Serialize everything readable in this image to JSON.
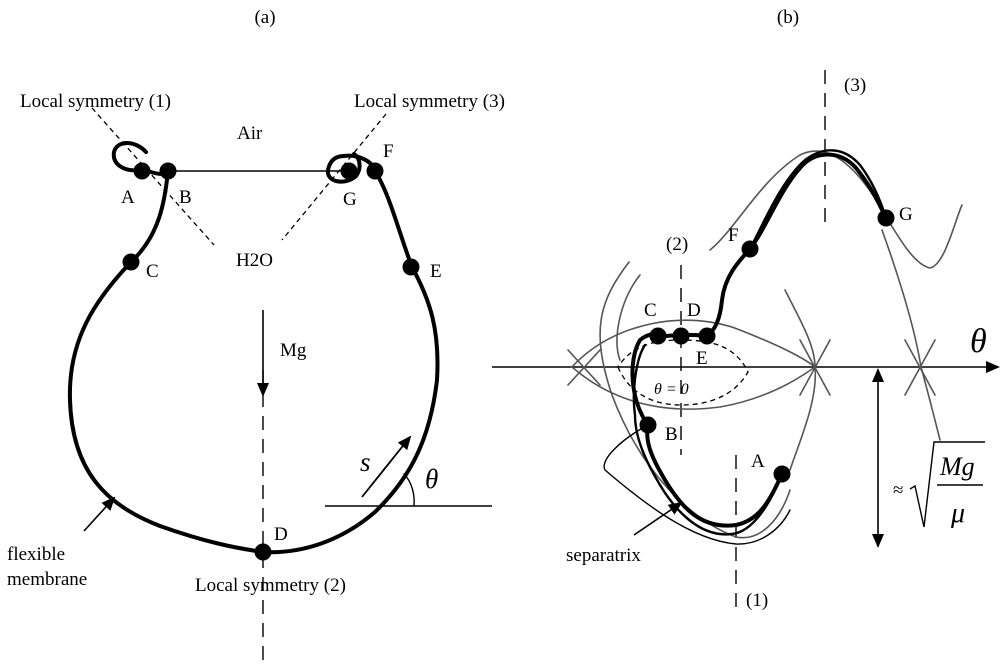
{
  "panel_a": {
    "title": "(a)",
    "label_sym1": "Local symmetry (1)",
    "label_sym3": "Local symmetry (3)",
    "label_sym2": "Local symmetry (2)",
    "label_air": "Air",
    "label_water": "H2O",
    "label_weight": "Mg",
    "label_s": "s",
    "label_theta": "θ",
    "label_membrane_line1": "flexible",
    "label_membrane_line2": "membrane",
    "points": {
      "A": "A",
      "B": "B",
      "C": "C",
      "D": "D",
      "E": "E",
      "F": "F",
      "G": "G"
    }
  },
  "panel_b": {
    "title": "(b)",
    "axis_label": "θ",
    "theta_zero": "θ = 0",
    "label_separatrix": "separatrix",
    "sym1": "(1)",
    "sym2": "(2)",
    "sym3": "(3)",
    "approx": "≈",
    "frac_num": "Mg",
    "frac_den": "μ",
    "points": {
      "A": "A",
      "B": "B",
      "C": "C",
      "D": "D",
      "E": "E",
      "F": "F",
      "G": "G"
    }
  }
}
